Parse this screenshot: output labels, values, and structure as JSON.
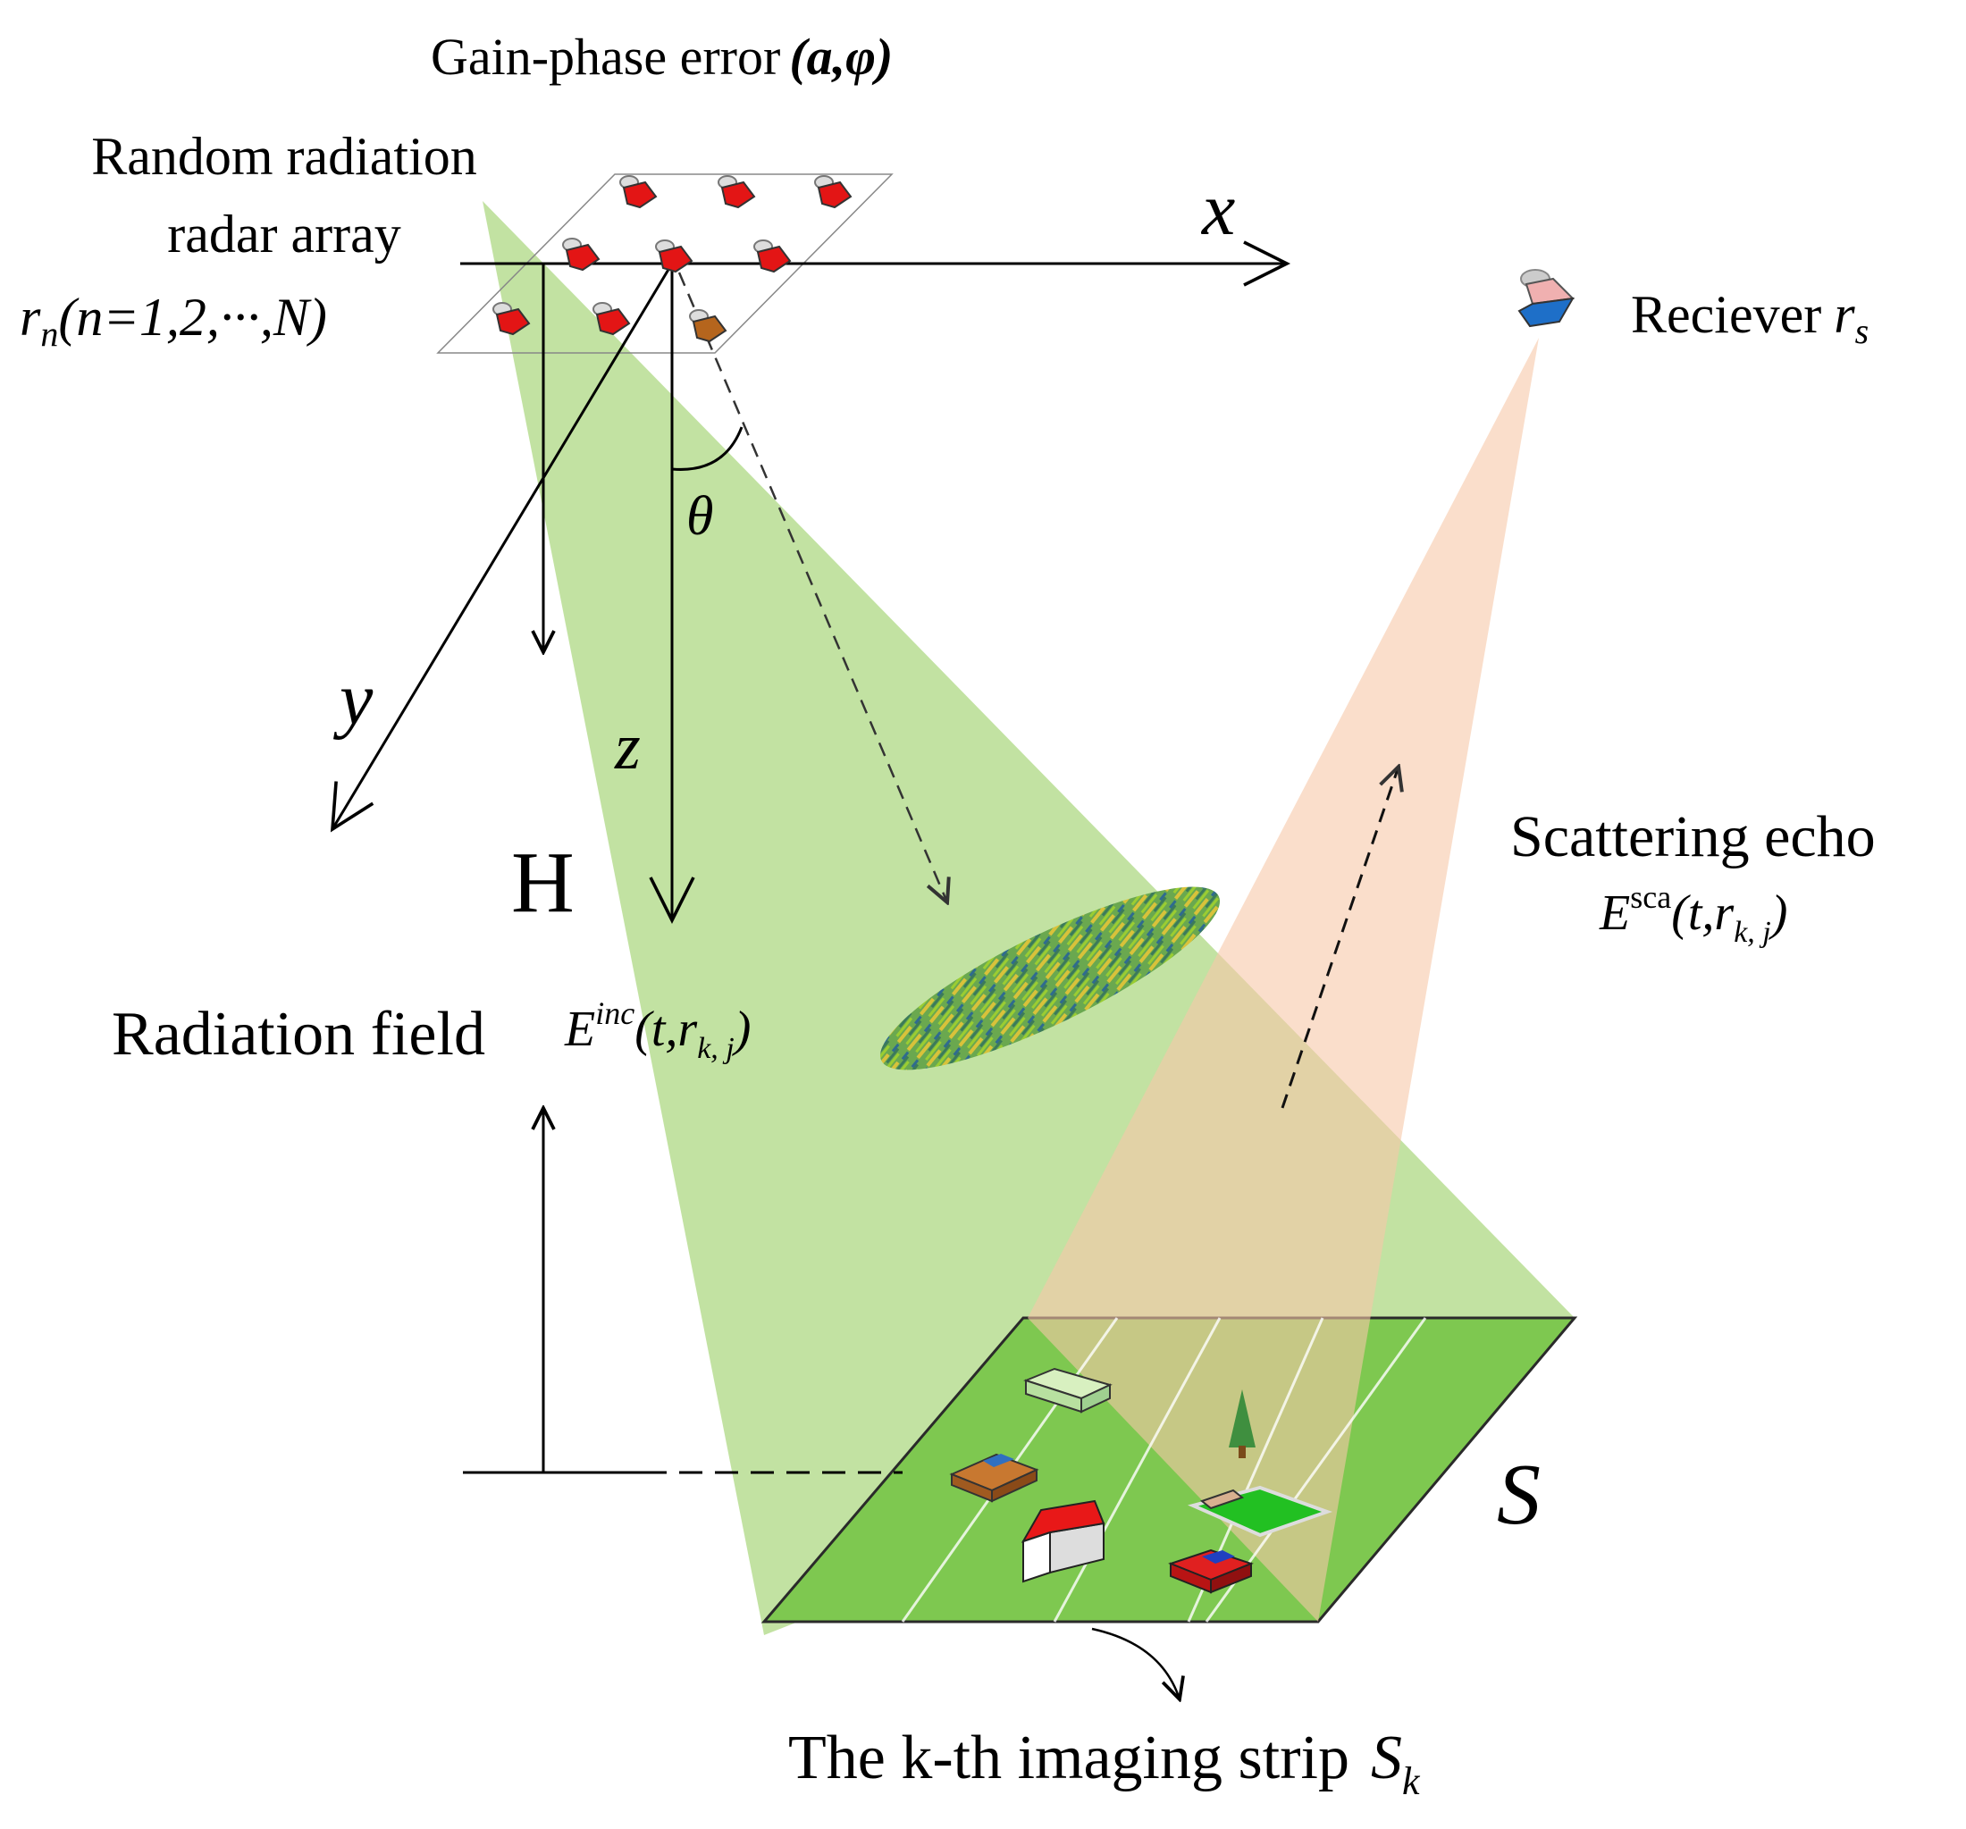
{
  "labels": {
    "gain_phase": "Gain-phase error",
    "gain_phase_params": "(a,φ)",
    "array_line1": "Random radiation",
    "array_line2": "radar array",
    "array_vec": "r",
    "array_vec_sub": "n",
    "array_index": "(n=1,2,···,N)",
    "axis_x": "x",
    "axis_y": "y",
    "axis_z": "z",
    "angle": "θ",
    "height": "H",
    "receiver": "Reciever",
    "receiver_vec": "r",
    "receiver_vec_sub": "s",
    "scattering_echo": "Scattering echo",
    "echo_symbol": "E",
    "echo_sup": "sca",
    "echo_args": "(t,",
    "echo_vec": "r",
    "echo_sub": "k, j",
    "echo_close": ")",
    "radiation_field": "Radiation field",
    "field_symbol": "E",
    "field_sup": "inc",
    "field_args": "(t,",
    "field_vec": "r",
    "field_sub": "k, j",
    "field_close": ")",
    "scene": "S",
    "strip_caption": "The k-th imaging strip",
    "strip_symbol": "S",
    "strip_sub": "k"
  },
  "colors": {
    "beam_green": "#a8d67a",
    "beam_salmon": "#f6c8a8",
    "ground": "#7ec850",
    "antenna_red": "#e31515",
    "receiver_blue": "#1e6fc8"
  },
  "icons": [
    "antenna-icon",
    "receiver-icon",
    "house-icon",
    "car-icon",
    "tree-icon",
    "building-icon",
    "field-icon"
  ]
}
